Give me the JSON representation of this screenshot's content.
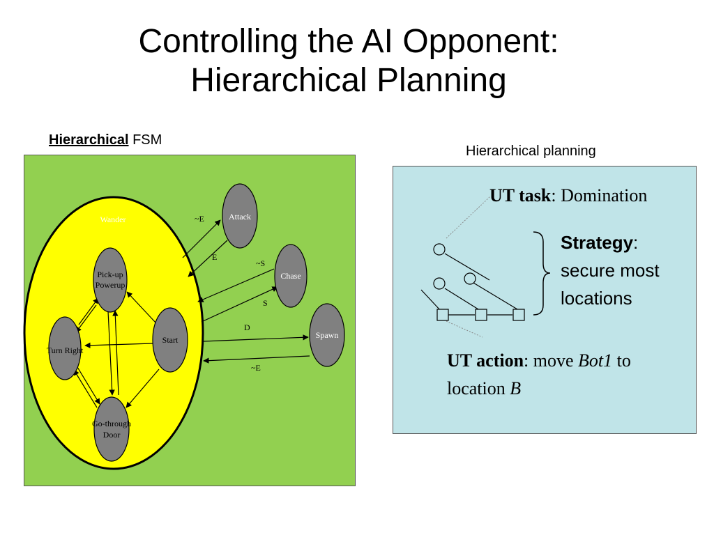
{
  "title": {
    "line1": "Controlling the AI Opponent:",
    "line2": "Hierarchical Planning"
  },
  "fsm": {
    "caption_bold": "Hierarchical",
    "caption_rest": " FSM",
    "wander_label": "Wander",
    "states": {
      "attack": "Attack",
      "chase": "Chase",
      "spawn": "Spawn",
      "pickup_line1": "Pick-up",
      "pickup_line2": "Powerup",
      "start": "Start",
      "turn_right": "Turn Right",
      "go_through_line1": "Go-through",
      "go_through_line2": "Door"
    },
    "edges": {
      "not_e_attack": "~E",
      "e_attack": "E",
      "not_s_chase": "~S",
      "s_chase": "S",
      "d_spawn": "D",
      "not_e_spawn": "~E"
    },
    "colors": {
      "panel": "#92d050",
      "wander": "#ffff00",
      "state": "#808080"
    }
  },
  "planning": {
    "caption": "Hierarchical planning",
    "ut_task_bold": "UT task",
    "ut_task_rest": ": Domination",
    "strategy_bold": "Strategy",
    "strategy_colon": ":",
    "strategy_line2": "secure most",
    "strategy_line3": "locations",
    "ut_action_bold": "UT action",
    "ut_action_rest1": ": move ",
    "ut_action_italic1": "Bot1",
    "ut_action_rest2": " to",
    "ut_action_line2": "location ",
    "ut_action_italic2": "B",
    "colors": {
      "panel": "#c0e4e8"
    }
  }
}
